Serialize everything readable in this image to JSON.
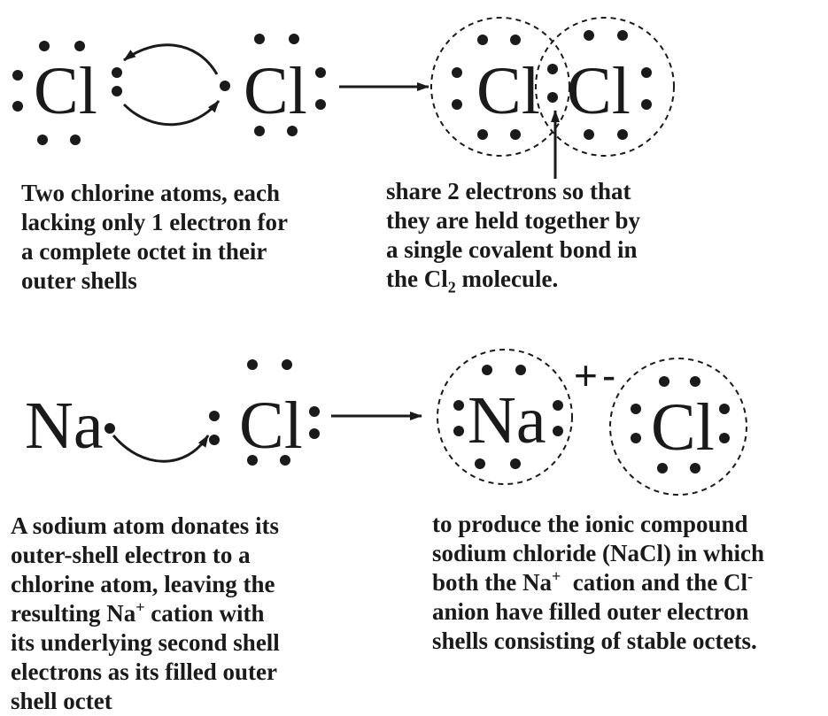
{
  "diagram": {
    "top": {
      "left_atom_1": "Cl",
      "left_atom_2": "Cl",
      "molecule_atom_1": "Cl",
      "molecule_atom_2": "Cl",
      "caption_left": [
        "Two chlorine atoms, each",
        "lacking only 1 electron for",
        "a complete octet in their",
        "outer shells"
      ],
      "caption_right": {
        "line1": "share 2 electrons so that",
        "line2": "they are held together by",
        "line3": "a single covalent bond in",
        "line4_before": "the Cl",
        "line4_sub": "2",
        "line4_after": " molecule."
      }
    },
    "bottom": {
      "donor_atom": "Na",
      "acceptor_atom": "Cl",
      "cation_symbol": "Na",
      "anion_symbol": "Cl",
      "cation_charge": "+",
      "anion_charge": "-",
      "caption_left": {
        "line1": "A sodium atom donates its",
        "line2": "outer-shell electron to a",
        "line3": "chlorine atom, leaving the",
        "line4_before": "resulting Na",
        "line4_sup": "+",
        "line4_after": " cation with",
        "line5": "its underlying second shell",
        "line6": "electrons as its filled outer",
        "line7": "shell octet"
      },
      "caption_right": {
        "line1": "to produce the ionic compound",
        "line2": "sodium chloride (NaCl) in which",
        "line3_before": "both the Na",
        "line3_sup": "+",
        "line3_mid": "  cation and the Cl",
        "line3_sup2": "-",
        "line4": "anion have filled outer electron",
        "line5": "shells consisting of stable octets."
      }
    }
  }
}
